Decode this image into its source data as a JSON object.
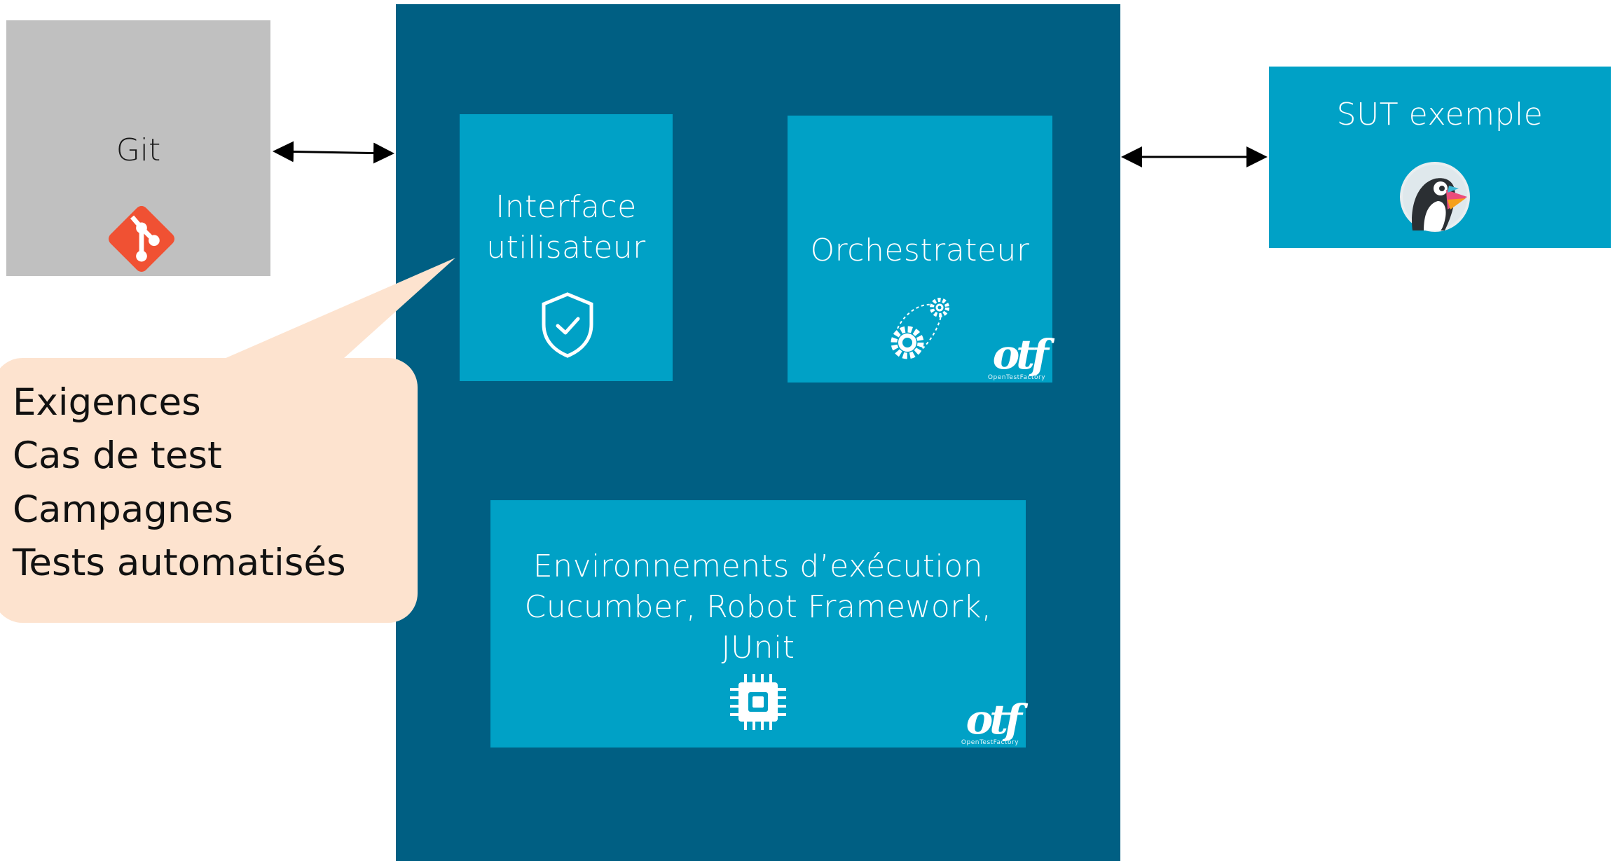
{
  "git": {
    "label": "Git",
    "icon": "git-icon",
    "color": "#f05133"
  },
  "user_interface": {
    "label": "Interface\nutilisateur",
    "icon": "shield-check-icon"
  },
  "orchestrator": {
    "label": "Orchestrateur",
    "icon": "gears-icon",
    "logo": "otf",
    "logo_subtitle": "OpenTestFactory"
  },
  "environments": {
    "label": "Environnements d’exécution\nCucumber, Robot Framework,\nJUnit",
    "icon": "chip-icon",
    "logo": "otf",
    "logo_subtitle": "OpenTestFactory"
  },
  "sut": {
    "label": "SUT exemple",
    "icon": "puffin-icon"
  },
  "callout": {
    "lines": [
      "Exigences",
      "Cas de test",
      "Campagnes",
      "Tests automatisés"
    ]
  },
  "colors": {
    "main_panel": "#005f83",
    "tile": "#00a1c6",
    "git_box": "#c0c0c0",
    "callout": "#fde3cf"
  }
}
